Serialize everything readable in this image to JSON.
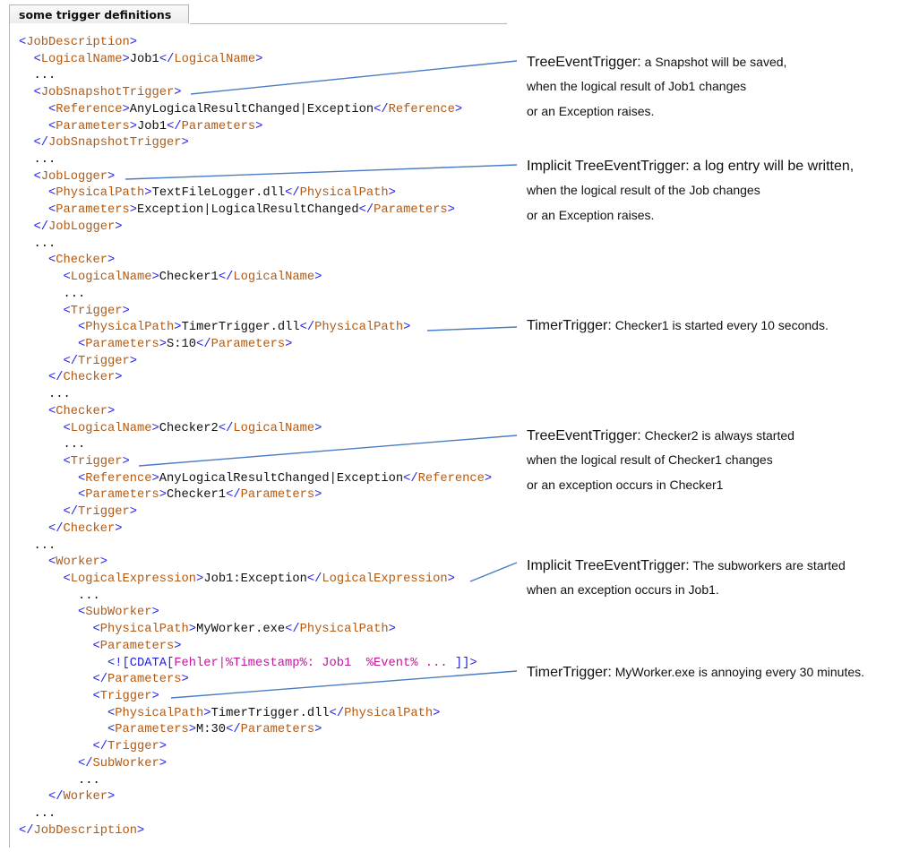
{
  "tab": {
    "title": "some trigger definitions"
  },
  "code_lines": [
    {
      "indent": 0,
      "seg": [
        [
          "b",
          "<"
        ],
        [
          "n",
          "JobDescription"
        ],
        [
          "b",
          ">"
        ]
      ]
    },
    {
      "indent": 1,
      "seg": [
        [
          "b",
          "<"
        ],
        [
          "n",
          "LogicalName"
        ],
        [
          "b",
          ">"
        ],
        [
          "x",
          "Job1"
        ],
        [
          "b",
          "</"
        ],
        [
          "n",
          "LogicalName"
        ],
        [
          "b",
          ">"
        ]
      ]
    },
    {
      "indent": 1,
      "seg": [
        [
          "x",
          "..."
        ]
      ]
    },
    {
      "indent": 1,
      "seg": [
        [
          "b",
          "<"
        ],
        [
          "n",
          "JobSnapshotTrigger"
        ],
        [
          "b",
          ">"
        ]
      ]
    },
    {
      "indent": 2,
      "seg": [
        [
          "b",
          "<"
        ],
        [
          "n",
          "Reference"
        ],
        [
          "b",
          ">"
        ],
        [
          "x",
          "AnyLogicalResultChanged|Exception"
        ],
        [
          "b",
          "</"
        ],
        [
          "n",
          "Reference"
        ],
        [
          "b",
          ">"
        ]
      ]
    },
    {
      "indent": 2,
      "seg": [
        [
          "b",
          "<"
        ],
        [
          "n",
          "Parameters"
        ],
        [
          "b",
          ">"
        ],
        [
          "x",
          "Job1"
        ],
        [
          "b",
          "</"
        ],
        [
          "n",
          "Parameters"
        ],
        [
          "b",
          ">"
        ]
      ]
    },
    {
      "indent": 1,
      "seg": [
        [
          "b",
          "</"
        ],
        [
          "n",
          "JobSnapshotTrigger"
        ],
        [
          "b",
          ">"
        ]
      ]
    },
    {
      "indent": 1,
      "seg": [
        [
          "x",
          "..."
        ]
      ]
    },
    {
      "indent": 1,
      "seg": [
        [
          "b",
          "<"
        ],
        [
          "n",
          "JobLogger"
        ],
        [
          "b",
          ">"
        ]
      ]
    },
    {
      "indent": 2,
      "seg": [
        [
          "b",
          "<"
        ],
        [
          "n",
          "PhysicalPath"
        ],
        [
          "b",
          ">"
        ],
        [
          "x",
          "TextFileLogger.dll"
        ],
        [
          "b",
          "</"
        ],
        [
          "n",
          "PhysicalPath"
        ],
        [
          "b",
          ">"
        ]
      ]
    },
    {
      "indent": 2,
      "seg": [
        [
          "b",
          "<"
        ],
        [
          "n",
          "Parameters"
        ],
        [
          "b",
          ">"
        ],
        [
          "x",
          "Exception|LogicalResultChanged"
        ],
        [
          "b",
          "</"
        ],
        [
          "n",
          "Parameters"
        ],
        [
          "b",
          ">"
        ]
      ]
    },
    {
      "indent": 1,
      "seg": [
        [
          "b",
          "</"
        ],
        [
          "n",
          "JobLogger"
        ],
        [
          "b",
          ">"
        ]
      ]
    },
    {
      "indent": 1,
      "seg": [
        [
          "x",
          "..."
        ]
      ]
    },
    {
      "indent": 2,
      "seg": [
        [
          "b",
          "<"
        ],
        [
          "n",
          "Checker"
        ],
        [
          "b",
          ">"
        ]
      ]
    },
    {
      "indent": 3,
      "seg": [
        [
          "b",
          "<"
        ],
        [
          "n",
          "LogicalName"
        ],
        [
          "b",
          ">"
        ],
        [
          "x",
          "Checker1"
        ],
        [
          "b",
          "</"
        ],
        [
          "n",
          "LogicalName"
        ],
        [
          "b",
          ">"
        ]
      ]
    },
    {
      "indent": 3,
      "seg": [
        [
          "x",
          "..."
        ]
      ]
    },
    {
      "indent": 3,
      "seg": [
        [
          "b",
          "<"
        ],
        [
          "n",
          "Trigger"
        ],
        [
          "b",
          ">"
        ]
      ]
    },
    {
      "indent": 4,
      "seg": [
        [
          "b",
          "<"
        ],
        [
          "n",
          "PhysicalPath"
        ],
        [
          "b",
          ">"
        ],
        [
          "x",
          "TimerTrigger.dll"
        ],
        [
          "b",
          "</"
        ],
        [
          "n",
          "PhysicalPath"
        ],
        [
          "b",
          ">"
        ]
      ]
    },
    {
      "indent": 4,
      "seg": [
        [
          "b",
          "<"
        ],
        [
          "n",
          "Parameters"
        ],
        [
          "b",
          ">"
        ],
        [
          "x",
          "S:10"
        ],
        [
          "b",
          "</"
        ],
        [
          "n",
          "Parameters"
        ],
        [
          "b",
          ">"
        ]
      ]
    },
    {
      "indent": 3,
      "seg": [
        [
          "b",
          "</"
        ],
        [
          "n",
          "Trigger"
        ],
        [
          "b",
          ">"
        ]
      ]
    },
    {
      "indent": 2,
      "seg": [
        [
          "b",
          "</"
        ],
        [
          "n",
          "Checker"
        ],
        [
          "b",
          ">"
        ]
      ]
    },
    {
      "indent": 2,
      "seg": [
        [
          "x",
          "..."
        ]
      ]
    },
    {
      "indent": 2,
      "seg": [
        [
          "b",
          "<"
        ],
        [
          "n",
          "Checker"
        ],
        [
          "b",
          ">"
        ]
      ]
    },
    {
      "indent": 3,
      "seg": [
        [
          "b",
          "<"
        ],
        [
          "n",
          "LogicalName"
        ],
        [
          "b",
          ">"
        ],
        [
          "x",
          "Checker2"
        ],
        [
          "b",
          "</"
        ],
        [
          "n",
          "LogicalName"
        ],
        [
          "b",
          ">"
        ]
      ]
    },
    {
      "indent": 3,
      "seg": [
        [
          "x",
          "..."
        ]
      ]
    },
    {
      "indent": 3,
      "seg": [
        [
          "b",
          "<"
        ],
        [
          "n",
          "Trigger"
        ],
        [
          "b",
          ">"
        ]
      ]
    },
    {
      "indent": 4,
      "seg": [
        [
          "b",
          "<"
        ],
        [
          "n",
          "Reference"
        ],
        [
          "b",
          ">"
        ],
        [
          "x",
          "AnyLogicalResultChanged|Exception"
        ],
        [
          "b",
          "</"
        ],
        [
          "n",
          "Reference"
        ],
        [
          "b",
          ">"
        ]
      ]
    },
    {
      "indent": 4,
      "seg": [
        [
          "b",
          "<"
        ],
        [
          "n",
          "Parameters"
        ],
        [
          "b",
          ">"
        ],
        [
          "x",
          "Checker1"
        ],
        [
          "b",
          "</"
        ],
        [
          "n",
          "Parameters"
        ],
        [
          "b",
          ">"
        ]
      ]
    },
    {
      "indent": 3,
      "seg": [
        [
          "b",
          "</"
        ],
        [
          "n",
          "Trigger"
        ],
        [
          "b",
          ">"
        ]
      ]
    },
    {
      "indent": 2,
      "seg": [
        [
          "b",
          "</"
        ],
        [
          "n",
          "Checker"
        ],
        [
          "b",
          ">"
        ]
      ]
    },
    {
      "indent": 1,
      "seg": [
        [
          "x",
          "..."
        ]
      ]
    },
    {
      "indent": 2,
      "seg": [
        [
          "b",
          "<"
        ],
        [
          "n",
          "Worker"
        ],
        [
          "b",
          ">"
        ]
      ]
    },
    {
      "indent": 3,
      "seg": [
        [
          "b",
          "<"
        ],
        [
          "n",
          "LogicalExpression"
        ],
        [
          "b",
          ">"
        ],
        [
          "x",
          "Job1:Exception"
        ],
        [
          "b",
          "</"
        ],
        [
          "n",
          "LogicalExpression"
        ],
        [
          "b",
          ">"
        ]
      ]
    },
    {
      "indent": 4,
      "seg": [
        [
          "x",
          "..."
        ]
      ]
    },
    {
      "indent": 4,
      "seg": [
        [
          "b",
          "<"
        ],
        [
          "n",
          "SubWorker"
        ],
        [
          "b",
          ">"
        ]
      ]
    },
    {
      "indent": 5,
      "seg": [
        [
          "b",
          "<"
        ],
        [
          "n",
          "PhysicalPath"
        ],
        [
          "b",
          ">"
        ],
        [
          "x",
          "MyWorker.exe"
        ],
        [
          "b",
          "</"
        ],
        [
          "n",
          "PhysicalPath"
        ],
        [
          "b",
          ">"
        ]
      ]
    },
    {
      "indent": 5,
      "seg": [
        [
          "b",
          "<"
        ],
        [
          "n",
          "Parameters"
        ],
        [
          "b",
          ">"
        ]
      ]
    },
    {
      "indent": 6,
      "seg": [
        [
          "b",
          "<![CDATA["
        ],
        [
          "m",
          "Fehler|%Timestamp%: Job1  %Event% ... "
        ],
        [
          "b",
          "]]>"
        ]
      ]
    },
    {
      "indent": 5,
      "seg": [
        [
          "b",
          "</"
        ],
        [
          "n",
          "Parameters"
        ],
        [
          "b",
          ">"
        ]
      ]
    },
    {
      "indent": 5,
      "seg": [
        [
          "b",
          "<"
        ],
        [
          "n",
          "Trigger"
        ],
        [
          "b",
          ">"
        ]
      ]
    },
    {
      "indent": 6,
      "seg": [
        [
          "b",
          "<"
        ],
        [
          "n",
          "PhysicalPath"
        ],
        [
          "b",
          ">"
        ],
        [
          "x",
          "TimerTrigger.dll"
        ],
        [
          "b",
          "</"
        ],
        [
          "n",
          "PhysicalPath"
        ],
        [
          "b",
          ">"
        ]
      ]
    },
    {
      "indent": 6,
      "seg": [
        [
          "b",
          "<"
        ],
        [
          "n",
          "Parameters"
        ],
        [
          "b",
          ">"
        ],
        [
          "x",
          "M:30"
        ],
        [
          "b",
          "</"
        ],
        [
          "n",
          "Parameters"
        ],
        [
          "b",
          ">"
        ]
      ]
    },
    {
      "indent": 5,
      "seg": [
        [
          "b",
          "</"
        ],
        [
          "n",
          "Trigger"
        ],
        [
          "b",
          ">"
        ]
      ]
    },
    {
      "indent": 4,
      "seg": [
        [
          "b",
          "</"
        ],
        [
          "n",
          "SubWorker"
        ],
        [
          "b",
          ">"
        ]
      ]
    },
    {
      "indent": 4,
      "seg": [
        [
          "x",
          "..."
        ]
      ]
    },
    {
      "indent": 2,
      "seg": [
        [
          "b",
          "</"
        ],
        [
          "n",
          "Worker"
        ],
        [
          "b",
          ">"
        ]
      ]
    },
    {
      "indent": 1,
      "seg": [
        [
          "x",
          "..."
        ]
      ]
    },
    {
      "indent": 0,
      "seg": [
        [
          "b",
          "</"
        ],
        [
          "n",
          "JobDescription"
        ],
        [
          "b",
          ">"
        ]
      ]
    }
  ],
  "notes": [
    {
      "heading": "TreeEventTrigger:",
      "first": "a Snapshot will be saved,",
      "rest": [
        "when the logical result of Job1 changes",
        "or an Exception raises."
      ]
    },
    {
      "heading": "Implicit TreeEventTrigger:",
      "first": "a log entry will be written,",
      "rest": [
        "when the logical result of the Job changes",
        "or an Exception raises."
      ]
    },
    {
      "heading": "TimerTrigger:",
      "first": "Checker1 is started every 10 seconds.",
      "rest": []
    },
    {
      "heading": "TreeEventTrigger:",
      "first": "Checker2 is always started",
      "rest": [
        "when the logical result of Checker1 changes",
        "or an exception occurs in Checker1"
      ]
    },
    {
      "heading": "Implicit TreeEventTrigger:",
      "first": "The subworkers are started",
      "rest": [
        "when an exception occurs in Job1."
      ]
    },
    {
      "heading": "TimerTrigger:",
      "first": "MyWorker.exe is annoying every 30 minutes.",
      "rest": []
    }
  ],
  "colors": {
    "bracket": "#1f1fe6",
    "tag": "#b35a12",
    "text": "#111111",
    "cdata": "#c2189a",
    "connector": "#4a7cc4"
  }
}
